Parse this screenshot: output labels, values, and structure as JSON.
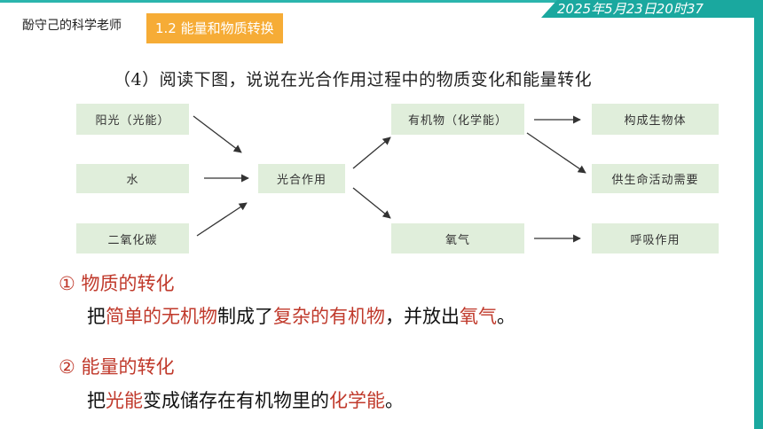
{
  "header": {
    "author": "酚守己的科学老师",
    "section_tag": "1.2  能量和物质转换",
    "timestamp": "2025年5月23日20时37"
  },
  "question": "（4）阅读下图，说说在光合作用过程中的物质变化和能量转化",
  "diagram": {
    "sunlight": "阳光（光能）",
    "water": "水",
    "co2": "二氧化碳",
    "photosynthesis": "光合作用",
    "organic": "有机物（化学能）",
    "oxygen": "氧气",
    "build_organism": "构成生物体",
    "life_needs": "供生命活动需要",
    "respiration": "呼吸作用"
  },
  "point1": {
    "heading": "① 物质的转化",
    "p1": "把",
    "p2": "简单的无机物",
    "p3": "制成了",
    "p4": "复杂的有机物",
    "p5": "，并放出",
    "p6": "氧气",
    "p7": "。"
  },
  "point2": {
    "heading": "② 能量的转化",
    "p1": "把",
    "p2": "光能",
    "p3": "变成储存在有机物里的",
    "p4": "化学能",
    "p5": "。"
  },
  "colors": {
    "accent_teal": "#1aa89f",
    "tag_orange": "#f6ac36",
    "node_green": "#e0eedb",
    "emphasis_red": "#c0392b"
  }
}
